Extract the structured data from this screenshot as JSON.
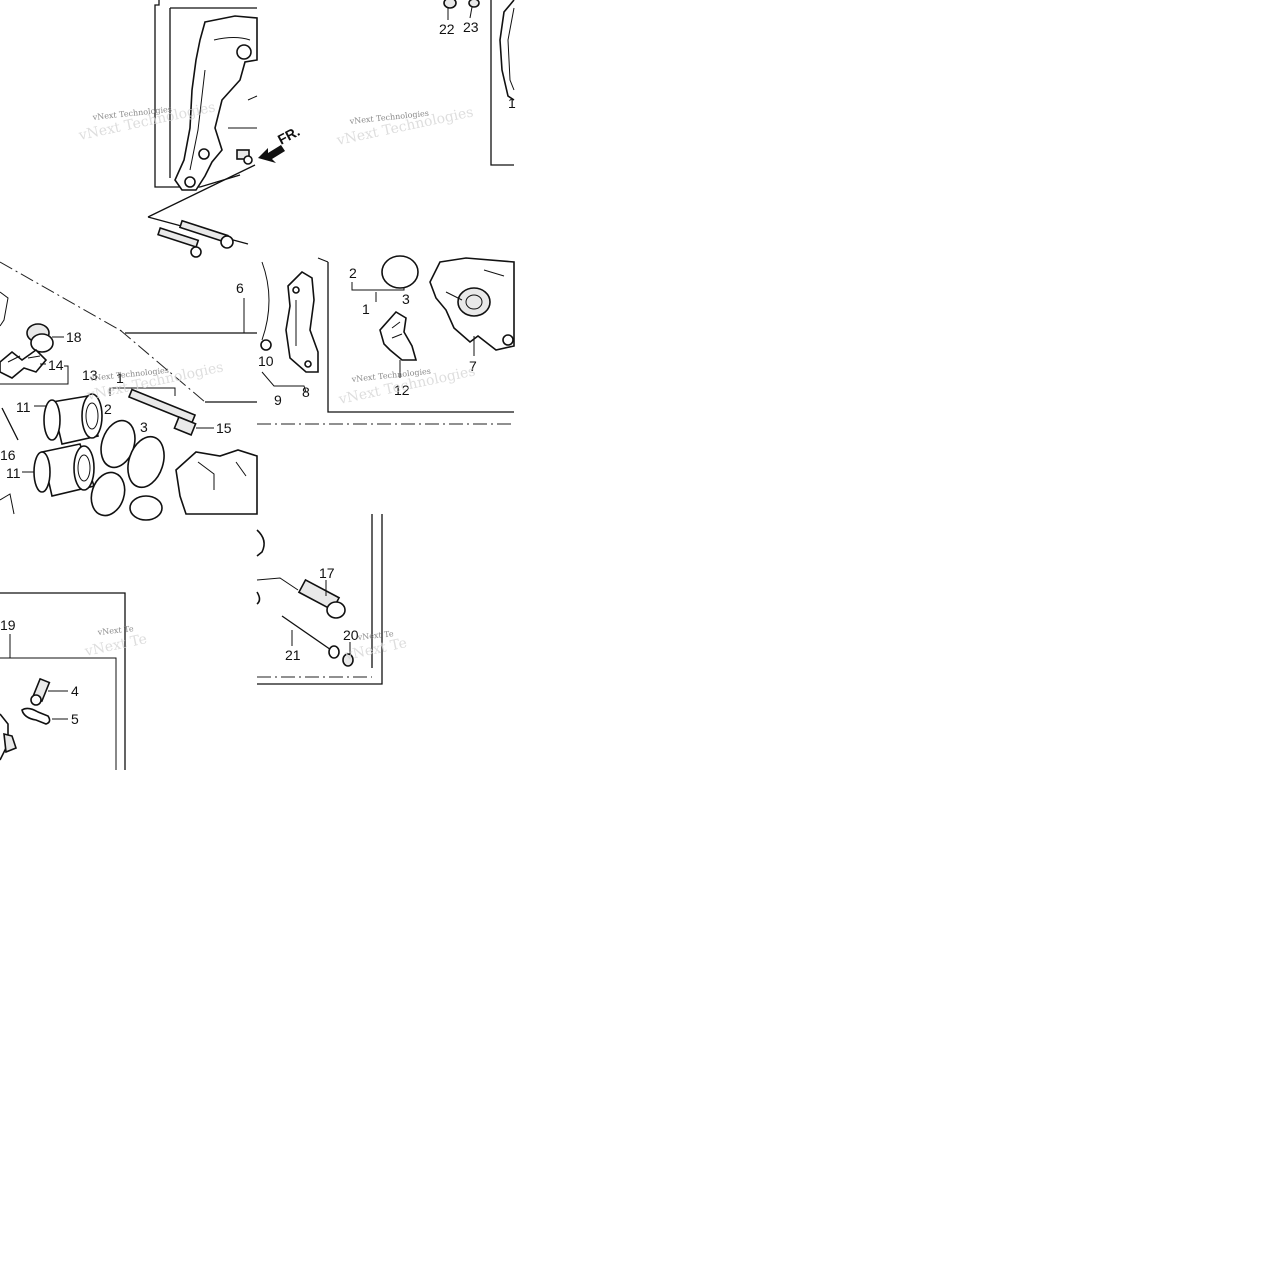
{
  "watermark": {
    "text": "vNext Technologies",
    "text_clipped": "vNext Te"
  },
  "direction_marker": {
    "label": "FR."
  },
  "callouts": {
    "c1": "1",
    "c2": "2",
    "c3": "3",
    "c4": "4",
    "c5": "5",
    "c6": "6",
    "c7": "7",
    "c8": "8",
    "c9": "9",
    "c10": "10",
    "c11": "11",
    "c12": "12",
    "c13": "13",
    "c14": "14",
    "c15": "15",
    "c16": "16",
    "c17": "17",
    "c18": "18",
    "c19": "19",
    "c20": "20",
    "c21": "21",
    "c22": "22",
    "c23": "23"
  },
  "colors": {
    "line": "#111111",
    "background": "#ffffff",
    "watermark": "#8a8a8a"
  }
}
